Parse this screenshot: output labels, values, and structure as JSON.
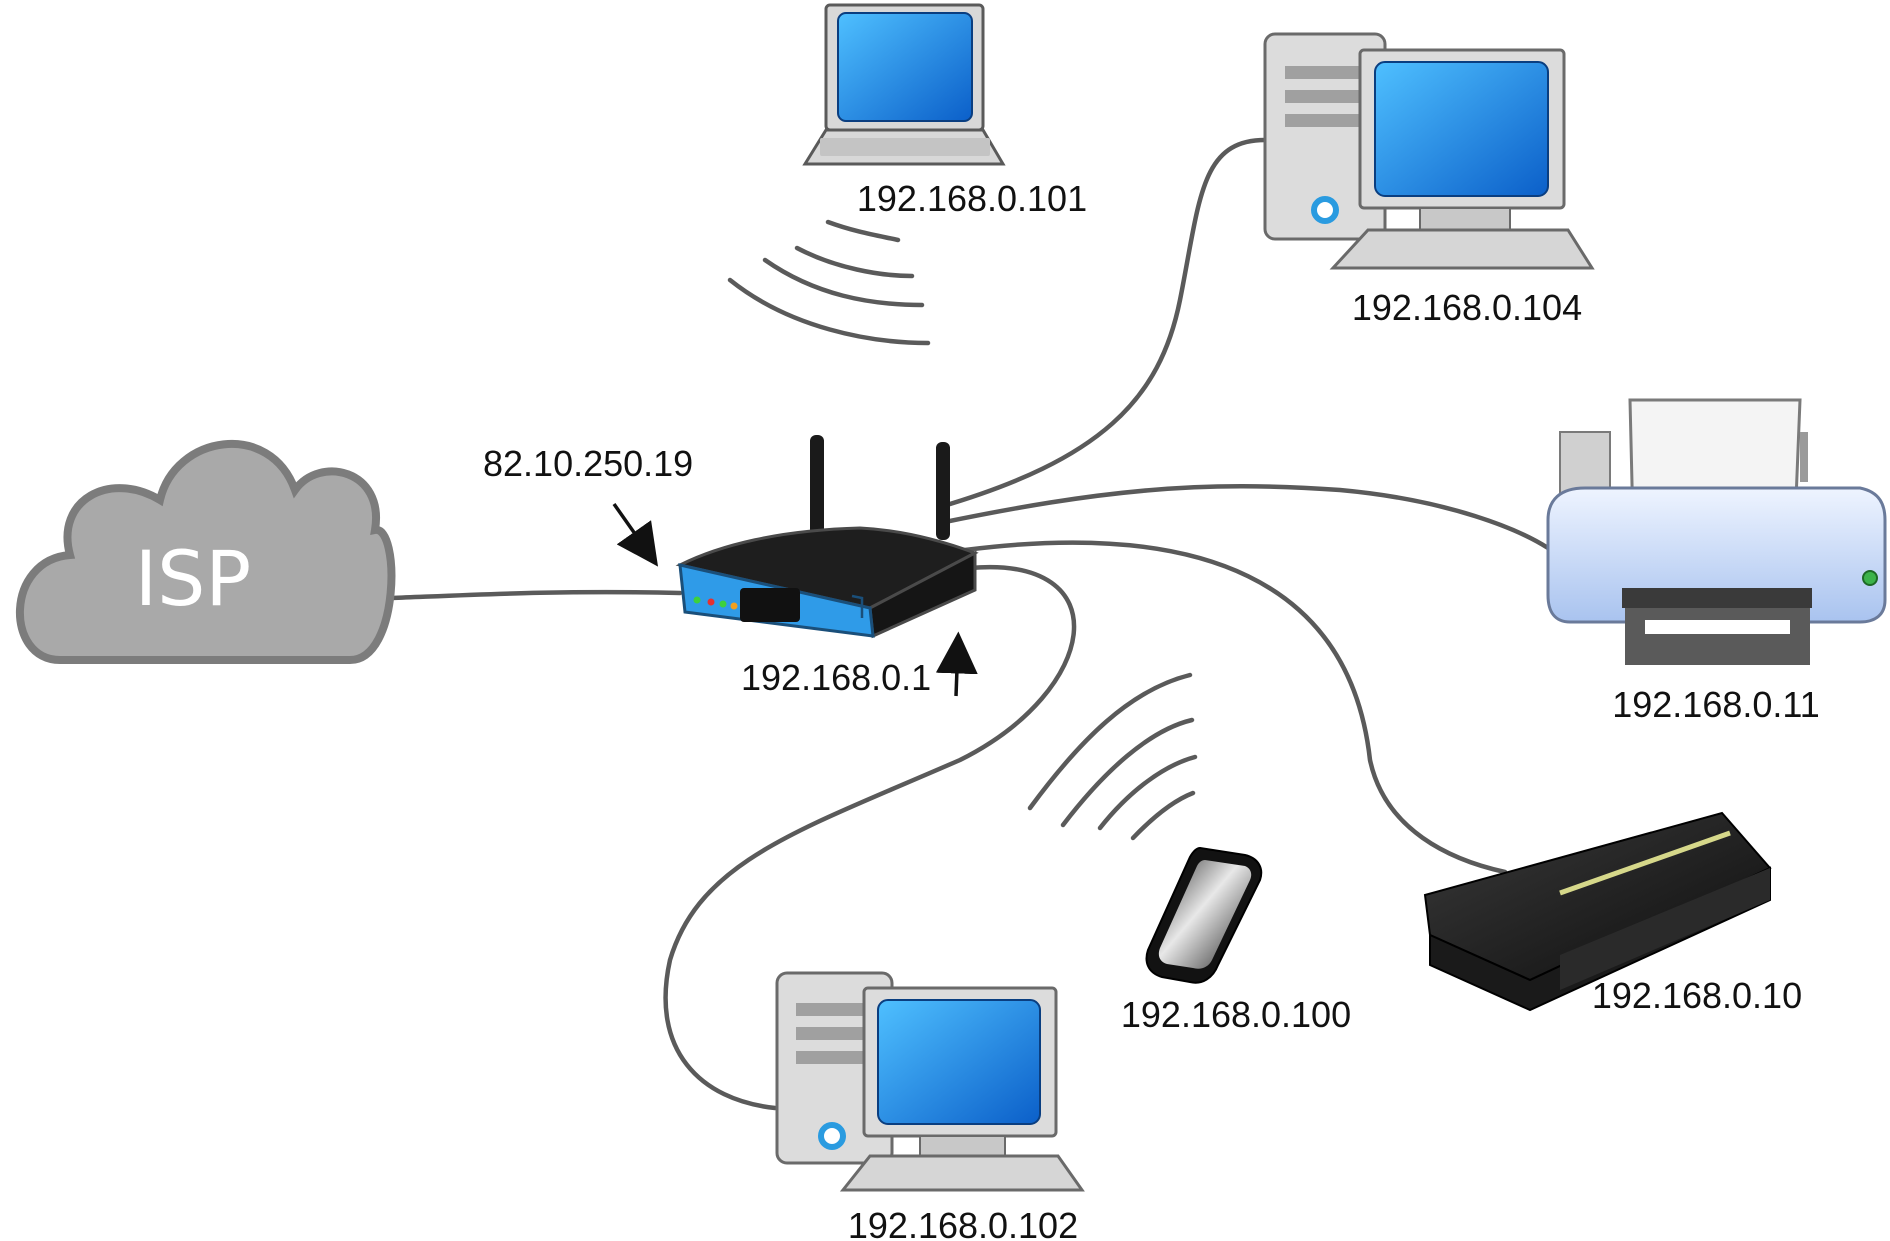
{
  "cloud": {
    "label": "ISP",
    "icon": "cloud-icon"
  },
  "router": {
    "wan_ip": "82.10.250.19",
    "lan_ip": "192.168.0.1",
    "icon": "wireless-router-icon"
  },
  "devices": {
    "laptop": {
      "ip": "192.168.0.101",
      "icon": "laptop-icon"
    },
    "desktop_top": {
      "ip": "192.168.0.104",
      "icon": "desktop-computer-icon"
    },
    "printer": {
      "ip": "192.168.0.11",
      "icon": "printer-icon"
    },
    "console": {
      "ip": "192.168.0.10",
      "icon": "game-console-icon"
    },
    "phone": {
      "ip": "192.168.0.100",
      "icon": "smartphone-icon"
    },
    "desktop_bottom": {
      "ip": "192.168.0.102",
      "icon": "desktop-computer-icon"
    }
  },
  "colors": {
    "cable": "#5a5a5a",
    "screen": "#1a7fe0",
    "cloud": "#a9a9a9",
    "router_body": "#1e1e1e",
    "router_front": "#2f9be8"
  }
}
